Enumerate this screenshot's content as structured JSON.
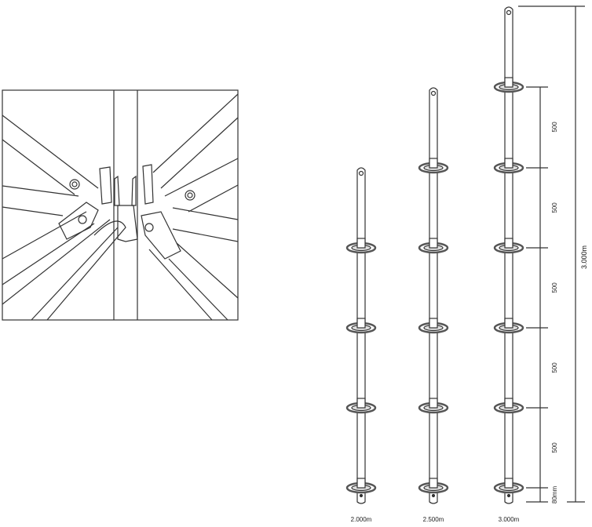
{
  "standards": [
    {
      "label": "2.000m",
      "rosettes": 4
    },
    {
      "label": "2.500m",
      "rosettes": 5
    },
    {
      "label": "3.000m",
      "rosettes": 6
    }
  ],
  "dimensions": {
    "segments": [
      "500",
      "500",
      "500",
      "500",
      "500"
    ],
    "base_offset": "80mm",
    "overall": "3.000m"
  },
  "colors": {
    "line": "#333333",
    "rosette": "#555555"
  }
}
